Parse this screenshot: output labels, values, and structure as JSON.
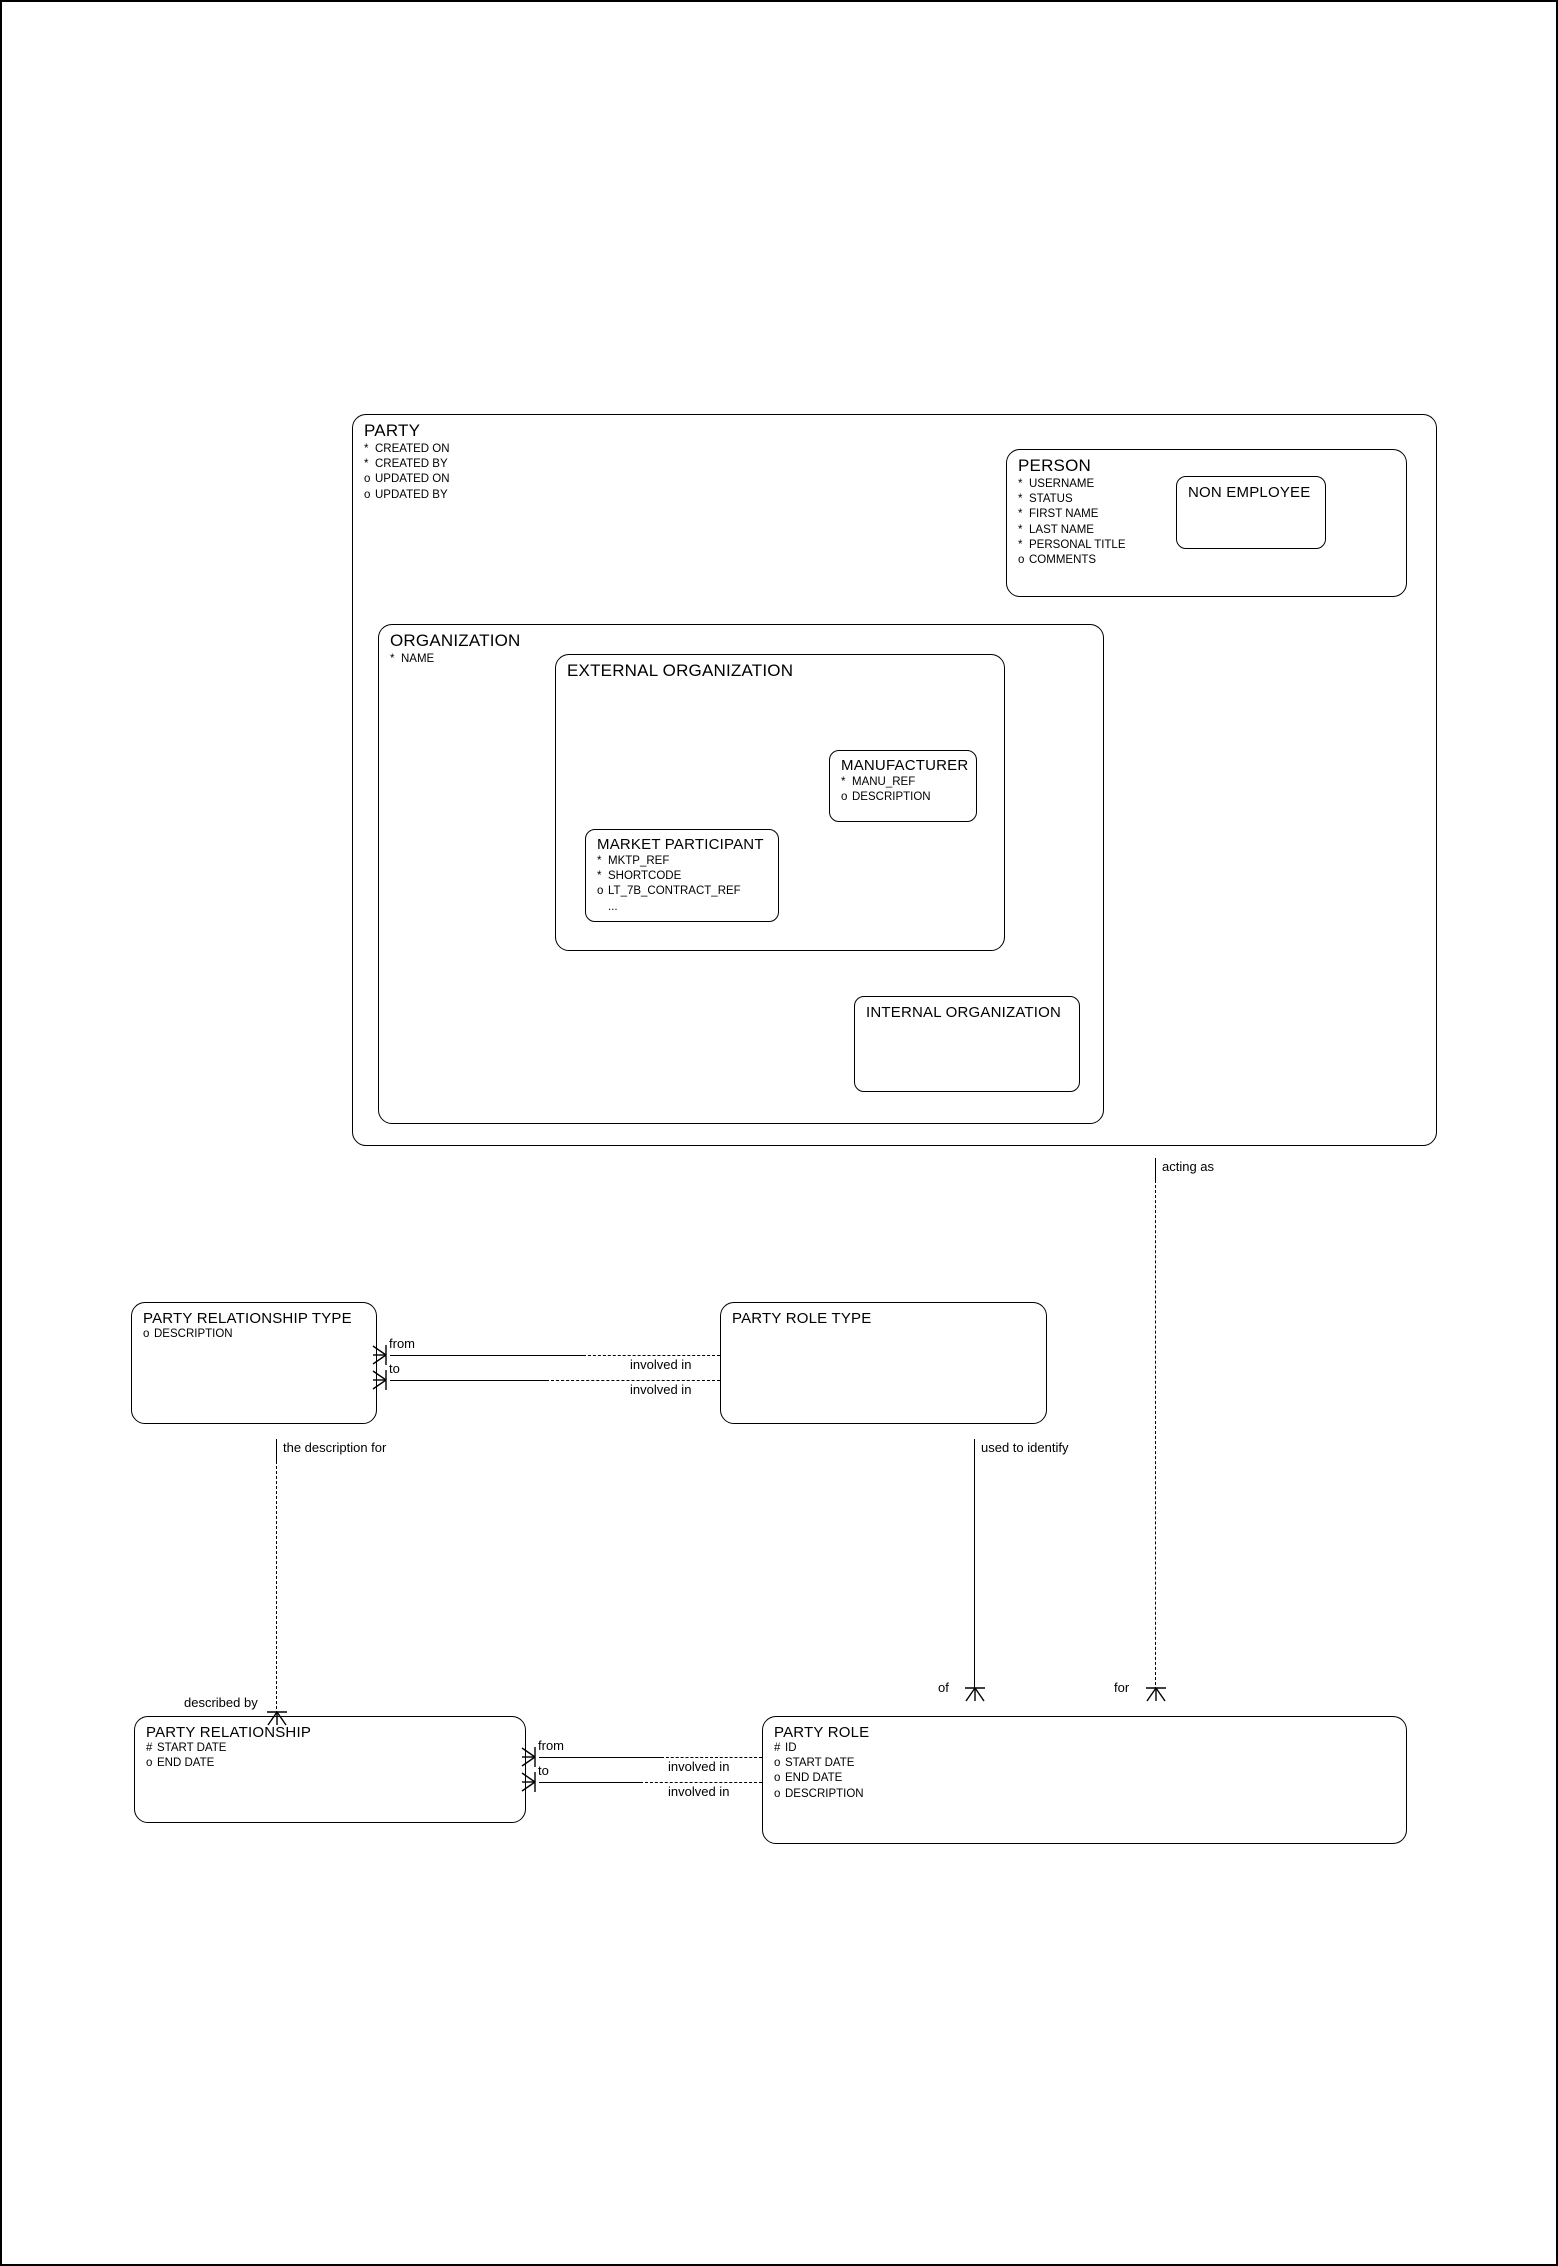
{
  "diagram": {
    "title": "PARTY entity relationship diagram",
    "background_color": "#ffffff",
    "line_color": "#000000"
  },
  "entities": {
    "party": {
      "name": "PARTY",
      "attributes": [
        {
          "mark": "*",
          "label": "CREATED ON"
        },
        {
          "mark": "*",
          "label": "CREATED BY"
        },
        {
          "mark": "o",
          "label": "UPDATED ON"
        },
        {
          "mark": "o",
          "label": "UPDATED BY"
        }
      ]
    },
    "person": {
      "name": "PERSON",
      "attributes": [
        {
          "mark": "*",
          "label": "USERNAME"
        },
        {
          "mark": "*",
          "label": "STATUS"
        },
        {
          "mark": "*",
          "label": "FIRST NAME"
        },
        {
          "mark": "*",
          "label": "LAST NAME"
        },
        {
          "mark": "*",
          "label": "PERSONAL TITLE"
        },
        {
          "mark": "o",
          "label": "COMMENTS"
        }
      ]
    },
    "non_employee": {
      "name": "NON EMPLOYEE",
      "attributes": []
    },
    "organization": {
      "name": "ORGANIZATION",
      "attributes": [
        {
          "mark": "*",
          "label": "NAME"
        }
      ]
    },
    "external_organization": {
      "name": "EXTERNAL ORGANIZATION",
      "attributes": []
    },
    "manufacturer": {
      "name": "MANUFACTURER",
      "attributes": [
        {
          "mark": "*",
          "label": "MANU_REF"
        },
        {
          "mark": "o",
          "label": "DESCRIPTION"
        }
      ]
    },
    "market_participant": {
      "name": "MARKET PARTICIPANT",
      "attributes": [
        {
          "mark": "*",
          "label": "MKTP_REF"
        },
        {
          "mark": "*",
          "label": "SHORTCODE"
        },
        {
          "mark": "o",
          "label": "LT_7B_CONTRACT_REF"
        },
        {
          "mark": "",
          "label": "..."
        }
      ]
    },
    "internal_organization": {
      "name": "INTERNAL ORGANIZATION",
      "attributes": []
    },
    "party_relationship_type": {
      "name": "PARTY RELATIONSHIP TYPE",
      "attributes": [
        {
          "mark": "o",
          "label": "DESCRIPTION"
        }
      ]
    },
    "party_role_type": {
      "name": "PARTY ROLE TYPE",
      "attributes": []
    },
    "party_relationship": {
      "name": "PARTY RELATIONSHIP",
      "attributes": [
        {
          "mark": "#",
          "label": "START DATE"
        },
        {
          "mark": "o",
          "label": "END DATE"
        }
      ]
    },
    "party_role": {
      "name": "PARTY ROLE",
      "attributes": [
        {
          "mark": "#",
          "label": "ID"
        },
        {
          "mark": "o",
          "label": "START DATE"
        },
        {
          "mark": "o",
          "label": "END DATE"
        },
        {
          "mark": "o",
          "label": "DESCRIPTION"
        }
      ]
    }
  },
  "relationship_labels": {
    "acting_as": "acting as",
    "prt_from": "from",
    "prt_to": "to",
    "prt_involved_in_1": "involved in",
    "prt_involved_in_2": "involved in",
    "the_description_for": "the description for",
    "used_to_identify": "used to identify",
    "described_by": "described by",
    "pr_from": "from",
    "pr_to": "to",
    "pr_involved_in_1": "involved in",
    "pr_involved_in_2": "involved in",
    "of": "of",
    "for": "for"
  }
}
